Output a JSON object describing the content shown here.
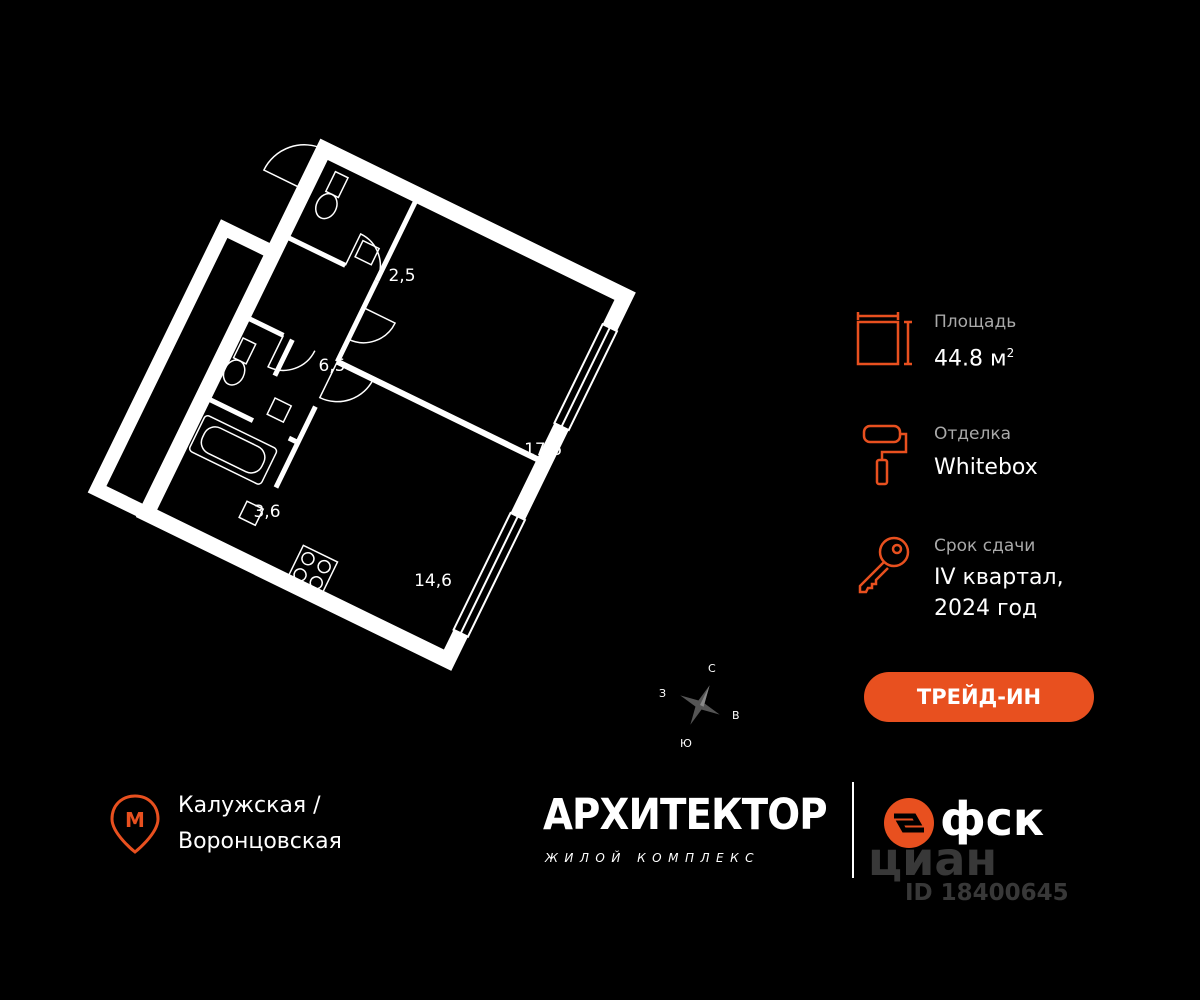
{
  "plan": {
    "rooms": [
      {
        "id": "bathroom-small",
        "area_label": "2,5"
      },
      {
        "id": "hallway",
        "area_label": "6,5"
      },
      {
        "id": "bedroom",
        "area_label": "17,6"
      },
      {
        "id": "bathroom",
        "area_label": "3,6"
      },
      {
        "id": "kitchen-living",
        "area_label": "14,6"
      }
    ]
  },
  "info": {
    "area": {
      "label": "Площадь",
      "value": "44.8 м",
      "unit_sup": "2",
      "icon": "area-icon"
    },
    "finish": {
      "label": "Отделка",
      "value": "Whitebox",
      "icon": "paint-roller-icon"
    },
    "delivery": {
      "label": "Срок сдачи",
      "value_line1": "IV квартал,",
      "value_line2": "2024 год",
      "icon": "key-icon"
    }
  },
  "trade_in_button": {
    "label": "ТРЕЙД-ИН"
  },
  "compass": {
    "north": "С",
    "east": "В",
    "south": "Ю",
    "west": "З"
  },
  "metro": {
    "line1": "Калужская /",
    "line2": "Воронцовская",
    "icon": "metro-pin-icon",
    "letter": "М"
  },
  "logos": {
    "complex_name": "АРХИТЕКТОР",
    "complex_subtitle": "ЖИЛОЙ КОМПЛЕКС",
    "developer": "фск"
  },
  "watermark": {
    "brand": "циан",
    "id_text": "ID 18400645"
  },
  "colors": {
    "accent": "#e8501f",
    "background": "#000000",
    "text": "#ffffff",
    "muted": "#a9a9a9"
  }
}
